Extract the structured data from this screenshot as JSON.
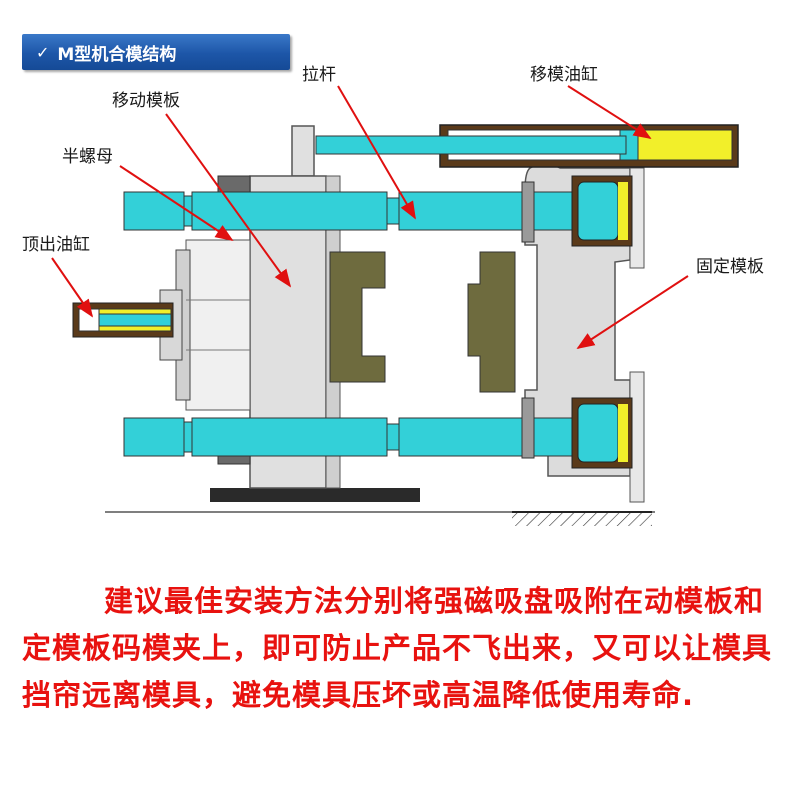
{
  "title": "M型机合模结构",
  "labels": {
    "tie_rod": "拉杆",
    "moving_cylinder": "移模油缸",
    "moving_platen": "移动模板",
    "half_nut": "半螺母",
    "ejector_cylinder": "顶出油缸",
    "fixed_platen": "固定模板"
  },
  "caption": "建议最佳安装方法分别将强磁吸盘吸附在动模板和定模板码模夹上，即可防止产品不飞出来，又可以让模具挡帘远离模具，避免模具压坏或高温降低使用寿命.",
  "colors": {
    "rod": "#33d0d8",
    "oil": "#f2ef2a",
    "mold": "#6e6b3e",
    "platen": "#e0e0e0",
    "arrow": "#e01010",
    "caption": "#e8120f",
    "banner": "#1d56a8"
  }
}
